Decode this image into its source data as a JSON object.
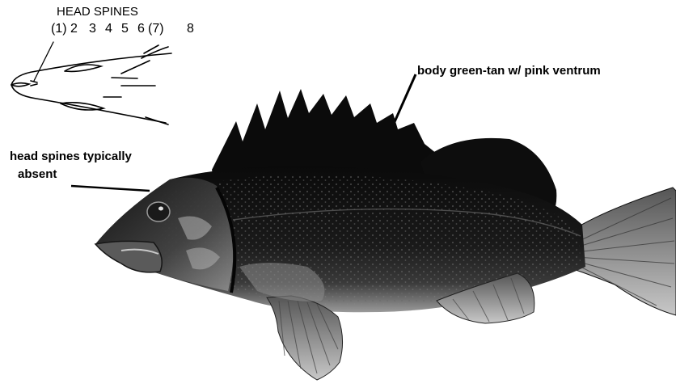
{
  "diagram": {
    "head_spines_title": "HEAD SPINES",
    "spine_numbers": [
      "(1)",
      "2",
      "3",
      "4",
      "5",
      "6",
      "(7)",
      "8"
    ],
    "body_annotation": "body green-tan w/ pink ventrum",
    "head_annotation_line1": "head spines typically",
    "head_annotation_line2": "absent"
  },
  "colors": {
    "ink": "#000000",
    "background": "#ffffff",
    "fish_dark": "#0d0d0d",
    "fin_light": "#8a8a8a"
  }
}
